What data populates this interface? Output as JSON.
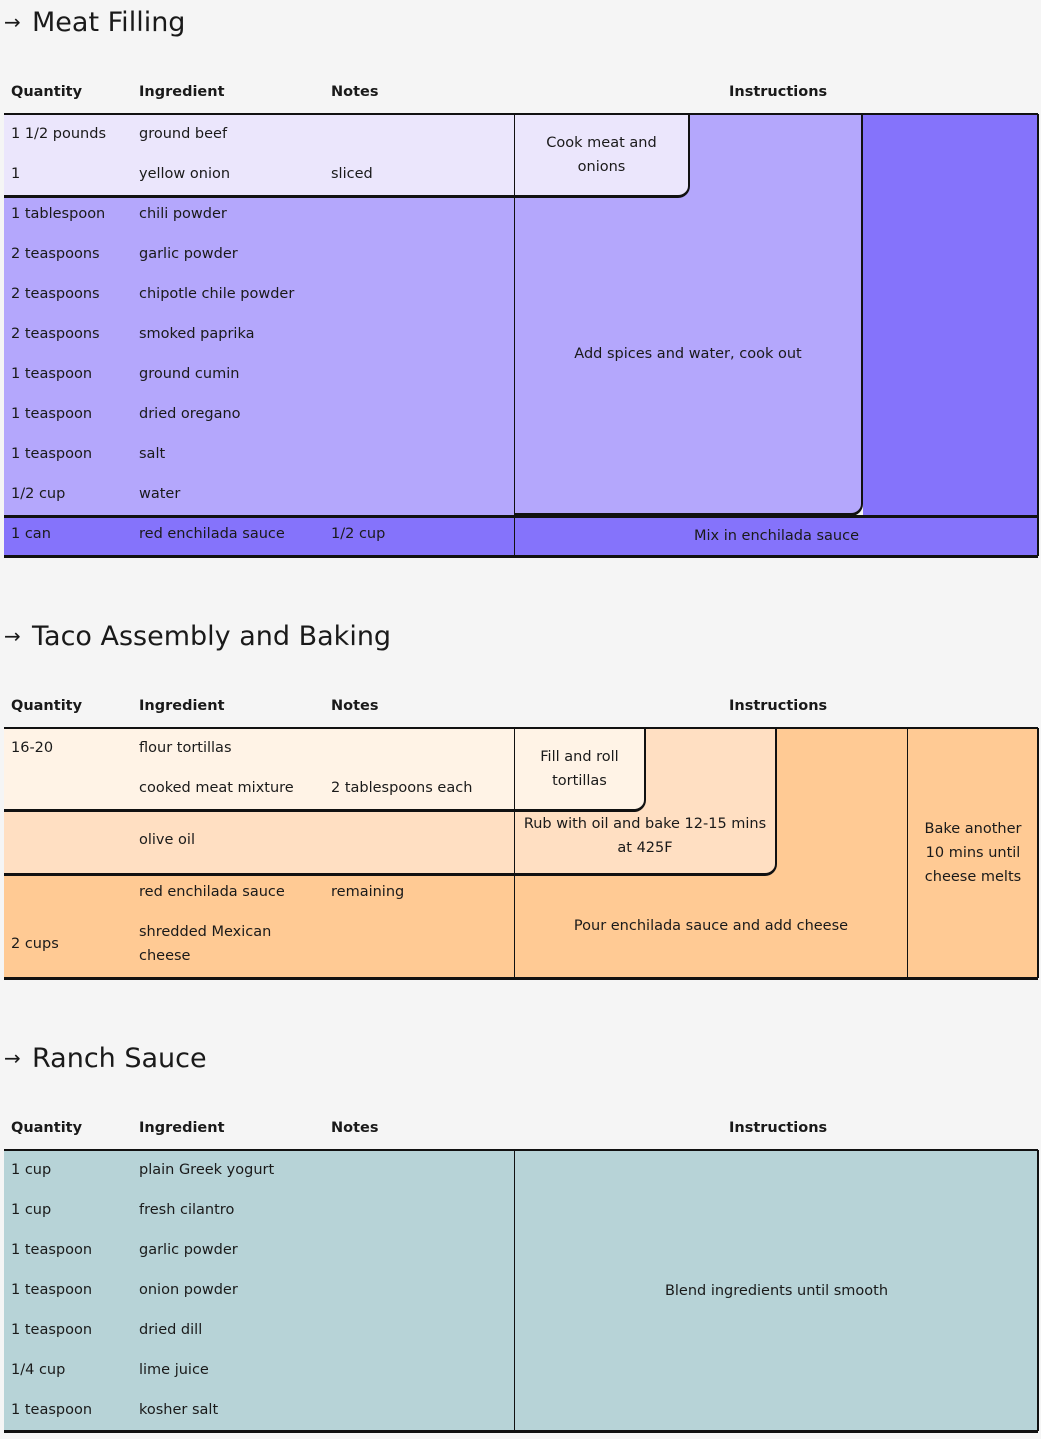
{
  "colors": {
    "page_bg": "#f5f5f5",
    "meat_1": "#ebe6fc",
    "meat_2": "#b4a7fc",
    "meat_3": "#8573fb",
    "taco_1": "#fff3e6",
    "taco_2": "#ffdfc2",
    "taco_3": "#ffca94",
    "ranch_1": "#b7d3d7"
  },
  "headers": {
    "quantity": "Quantity",
    "ingredient": "Ingredient",
    "notes": "Notes",
    "instructions": "Instructions"
  },
  "arrow_icon": "arrow-right-icon",
  "sections": [
    {
      "title": "Meat Filling",
      "rows": [
        {
          "quantity": "1 1/2 pounds",
          "ingredient": "ground beef",
          "notes": ""
        },
        {
          "quantity": "1",
          "ingredient": "yellow onion",
          "notes": "sliced"
        },
        {
          "quantity": "1 tablespoon",
          "ingredient": "chili powder",
          "notes": ""
        },
        {
          "quantity": "2 teaspoons",
          "ingredient": "garlic powder",
          "notes": ""
        },
        {
          "quantity": "2 teaspoons",
          "ingredient": "chipotle chile powder",
          "notes": ""
        },
        {
          "quantity": "2 teaspoons",
          "ingredient": "smoked paprika",
          "notes": ""
        },
        {
          "quantity": "1 teaspoon",
          "ingredient": "ground cumin",
          "notes": ""
        },
        {
          "quantity": "1 teaspoon",
          "ingredient": "dried oregano",
          "notes": ""
        },
        {
          "quantity": "1 teaspoon",
          "ingredient": "salt",
          "notes": ""
        },
        {
          "quantity": "1/2 cup",
          "ingredient": "water",
          "notes": ""
        },
        {
          "quantity": "1 can",
          "ingredient": "red enchilada sauce",
          "notes": "1/2 cup"
        }
      ],
      "instructions": [
        "Cook meat and onions",
        "Add spices and water, cook out",
        "Mix in enchilada sauce"
      ]
    },
    {
      "title": "Taco Assembly and Baking",
      "rows": [
        {
          "quantity": "16-20",
          "ingredient": "flour tortillas",
          "notes": ""
        },
        {
          "quantity": "",
          "ingredient": "cooked meat mixture",
          "notes": "2 tablespoons each"
        },
        {
          "quantity": "",
          "ingredient": "olive oil",
          "notes": ""
        },
        {
          "quantity": "",
          "ingredient": "red enchilada sauce",
          "notes": "remaining"
        },
        {
          "quantity": "2 cups",
          "ingredient": "shredded Mexican cheese",
          "notes": ""
        }
      ],
      "instructions": [
        "Fill and roll tortillas",
        "Rub with oil and bake 12-15 mins at 425F",
        "Pour enchilada sauce and add cheese",
        "Bake another 10 mins until cheese melts"
      ]
    },
    {
      "title": "Ranch Sauce",
      "rows": [
        {
          "quantity": "1 cup",
          "ingredient": "plain Greek yogurt",
          "notes": ""
        },
        {
          "quantity": "1 cup",
          "ingredient": "fresh cilantro",
          "notes": ""
        },
        {
          "quantity": "1 teaspoon",
          "ingredient": "garlic powder",
          "notes": ""
        },
        {
          "quantity": "1 teaspoon",
          "ingredient": "onion powder",
          "notes": ""
        },
        {
          "quantity": "1 teaspoon",
          "ingredient": "dried dill",
          "notes": ""
        },
        {
          "quantity": "1/4 cup",
          "ingredient": "lime juice",
          "notes": ""
        },
        {
          "quantity": "1 teaspoon",
          "ingredient": "kosher salt",
          "notes": ""
        }
      ],
      "instructions": [
        "Blend ingredients until smooth"
      ]
    }
  ]
}
